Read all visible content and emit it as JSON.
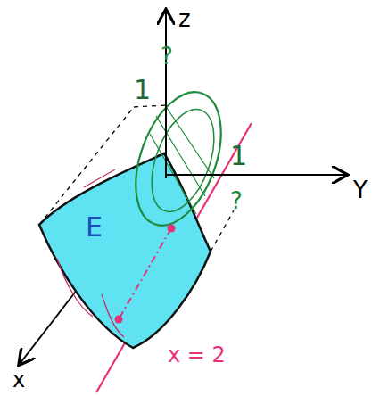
{
  "diagram": {
    "nodes": [
      {
        "text": [
          "E"
        ]
      }
    ],
    "labels": [
      "z",
      "1",
      "?",
      "1",
      "?",
      "Y",
      "x = 2",
      "x"
    ]
  }
}
